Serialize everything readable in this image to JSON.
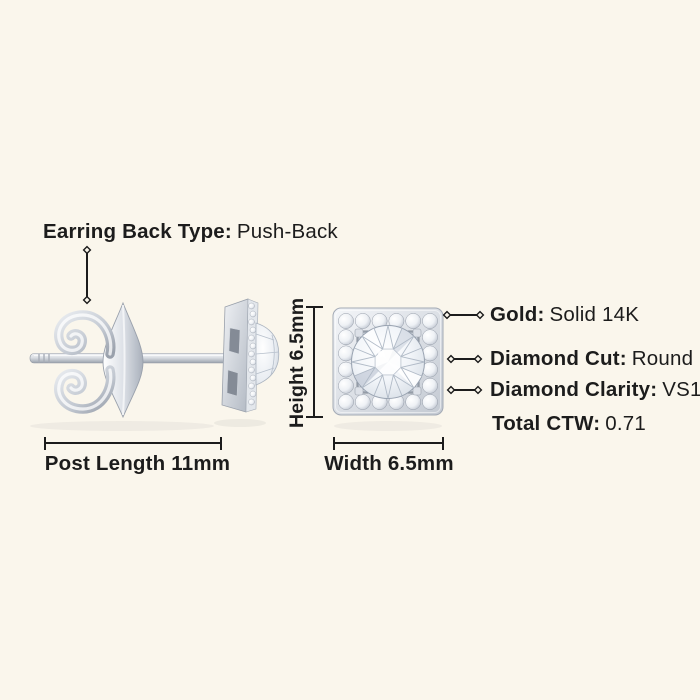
{
  "page": {
    "background": "#FAF6EC",
    "text_color": "#1C1C1C",
    "line_color": "#1C1C1C",
    "metal_color": "#C7CCD5"
  },
  "annotations": {
    "back_type": {
      "label": "Earring Back Type:",
      "value": "Push-Back"
    },
    "gold": {
      "label": "Gold:",
      "value": "Solid 14K"
    },
    "diamond_cut": {
      "label": "Diamond Cut:",
      "value": "Round"
    },
    "diamond_clarity": {
      "label": "Diamond Clarity:",
      "value": "VS1"
    },
    "total_ctw": {
      "label": "Total CTW:",
      "value": "0.71"
    }
  },
  "measurements": {
    "height": "Height 6.5mm",
    "width": "Width 6.5mm",
    "post_length": "Post Length 11mm"
  },
  "illustrations": {
    "side_view": "diamond-stud-earring-side-view-with-push-back",
    "front_view": "square-halo-diamond-stud-front-view"
  },
  "markers": {
    "connector_endpoint": "small-diamond-outline"
  }
}
